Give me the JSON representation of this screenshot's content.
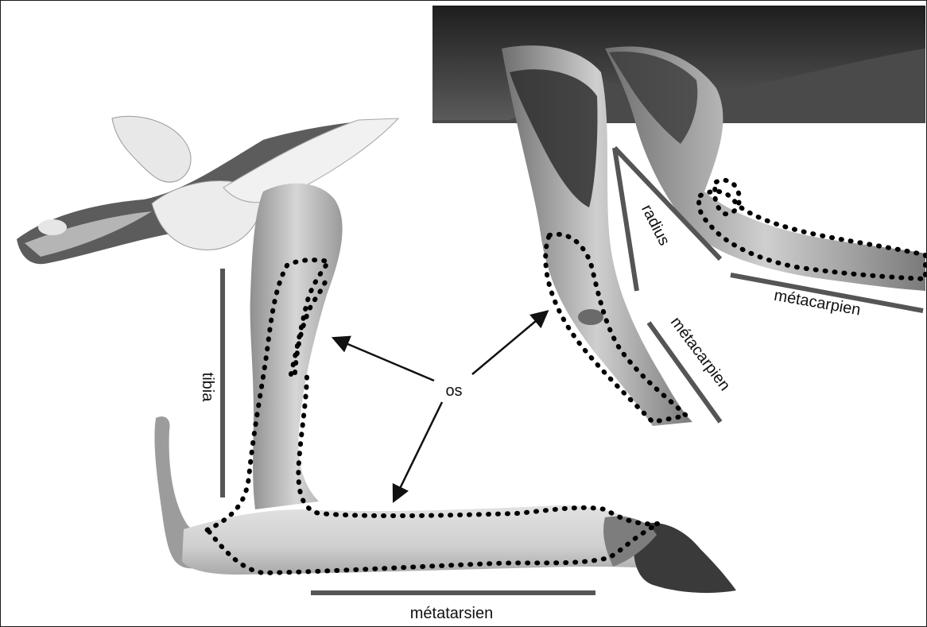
{
  "labels": {
    "os": "os",
    "tibia": "tibia",
    "metatarsien": "métatarsien",
    "radius": "radius",
    "metacarpien_left": "métacarpien",
    "metacarpien_right": "métacarpien"
  },
  "colors": {
    "bar": "#555555",
    "outline": "#000000",
    "arrow": "#111111",
    "bone": "#dcdcdc",
    "flesh": "#8a8a8a",
    "dark": "#2b2b2b",
    "skin": "#efefef"
  }
}
